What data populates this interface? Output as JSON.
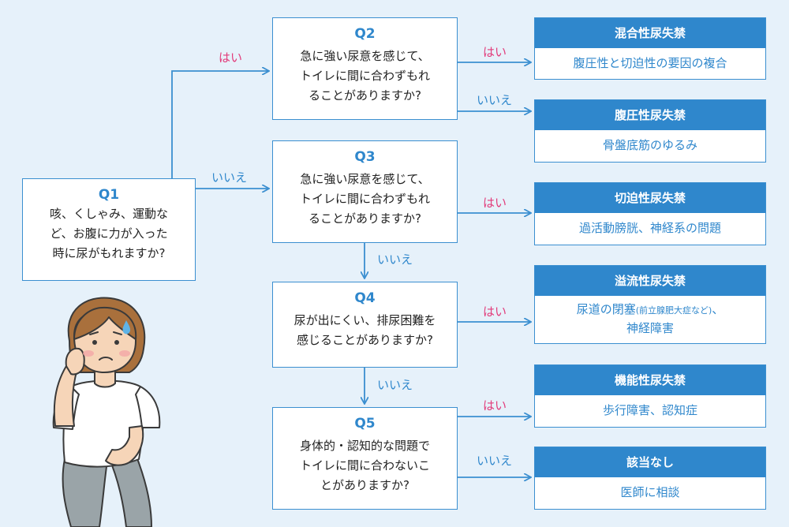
{
  "questions": {
    "q1": {
      "id": "Q1",
      "text": "咳、くしゃみ、運動な\nど、お腹に力が入った\n時に尿がもれますか?"
    },
    "q2": {
      "id": "Q2",
      "text": "急に強い尿意を感じて、\nトイレに間に合わずもれ\nることがありますか?"
    },
    "q3": {
      "id": "Q3",
      "text": "急に強い尿意を感じて、\nトイレに間に合わずもれ\nることがありますか?"
    },
    "q4": {
      "id": "Q4",
      "text": "尿が出にくい、排尿困難を\n感じることがありますか?"
    },
    "q5": {
      "id": "Q5",
      "text": "身体的・認知的な問題で\nトイレに間に合わないこ\nとがありますか?"
    }
  },
  "labels": {
    "yes": "はい",
    "no": "いいえ"
  },
  "results": {
    "r1": {
      "title": "混合性尿失禁",
      "desc": "腹圧性と切迫性の要因の複合"
    },
    "r2": {
      "title": "腹圧性尿失禁",
      "desc": "骨盤底筋のゆるみ"
    },
    "r3": {
      "title": "切迫性尿失禁",
      "desc": "過活動膀胱、神経系の問題"
    },
    "r4": {
      "title": "溢流性尿失禁",
      "desc_main": "尿道の閉塞",
      "desc_note": "(前立腺肥大症など)",
      "desc_tail": "、",
      "desc_line2": "神経障害"
    },
    "r5": {
      "title": "機能性尿失禁",
      "desc": "歩行障害、認知症"
    },
    "r6": {
      "title": "該当なし",
      "desc": "医師に相談"
    }
  },
  "colors": {
    "accent": "#2f87cc",
    "yes": "#e23b7a",
    "background": "#e6f1fa",
    "line": "#3b8fd0"
  },
  "illustration": "worried-woman"
}
